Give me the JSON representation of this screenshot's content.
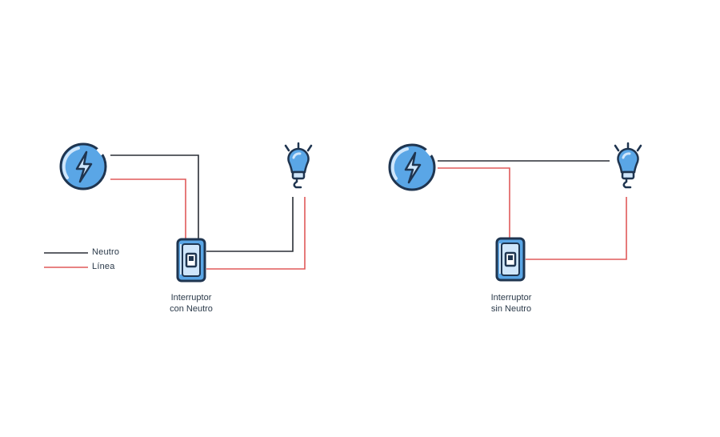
{
  "legend": {
    "neutral_label": "Neutro",
    "line_label": "Línea"
  },
  "left_diagram": {
    "caption_line1": "Interruptor",
    "caption_line2": "con Neutro"
  },
  "right_diagram": {
    "caption_line1": "Interruptor",
    "caption_line2": "sin Neutro"
  },
  "colors": {
    "neutral_wire": "#2a2f36",
    "line_wire": "#e05a5a",
    "icon_outline": "#1f3550",
    "icon_fill": "#5aa6e6",
    "icon_light": "#cfe6fb"
  },
  "icons": [
    "power-source-icon",
    "light-bulb-icon",
    "wall-switch-icon"
  ]
}
